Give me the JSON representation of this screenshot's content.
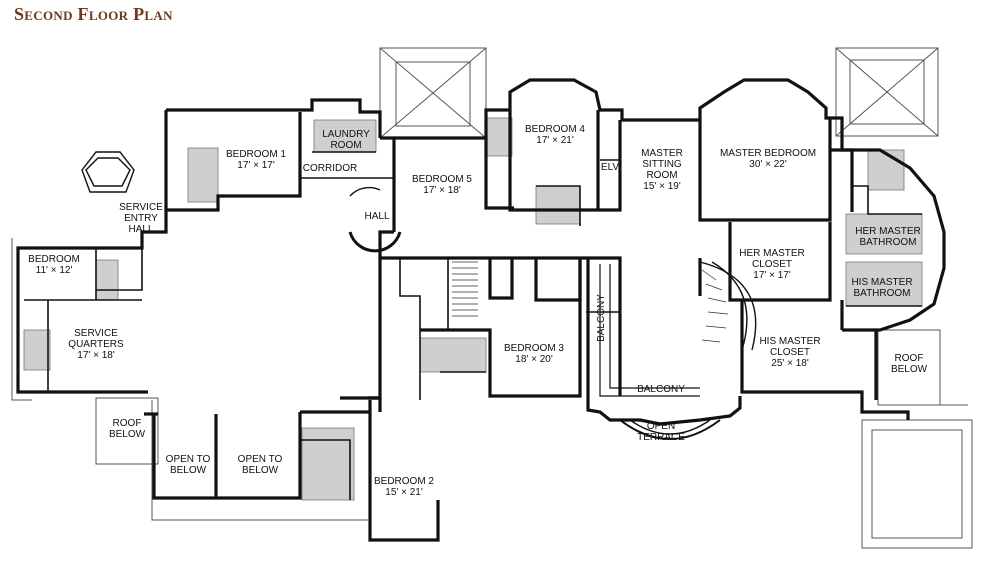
{
  "title": "Second Floor Plan",
  "colors": {
    "title": "#6b3a1f",
    "wall": "#111111",
    "wet_area": "#cfcfcf",
    "thin_line": "#555555"
  },
  "rooms": {
    "bedroom1": [
      "BEDROOM 1",
      "17' × 17'"
    ],
    "laundry": [
      "LAUNDRY",
      "ROOM"
    ],
    "corridor": [
      "CORRIDOR"
    ],
    "bedroom5": [
      "BEDROOM 5",
      "17' × 18'"
    ],
    "bedroom4": [
      "BEDROOM 4",
      "17' × 21'"
    ],
    "elv": [
      "ELV"
    ],
    "sitting": [
      "MASTER",
      "SITTING",
      "ROOM",
      "15' × 19'"
    ],
    "master_bedroom": [
      "MASTER BEDROOM",
      "30' × 22'"
    ],
    "service_entry": [
      "SERVICE",
      "ENTRY",
      "HALL"
    ],
    "hall": [
      "HALL"
    ],
    "her_bath": [
      "HER MASTER",
      "BATHROOM"
    ],
    "his_bath": [
      "HIS MASTER",
      "BATHROOM"
    ],
    "bedroom_small": [
      "BEDROOM",
      "11' × 12'"
    ],
    "her_closet": [
      "HER MASTER",
      "CLOSET",
      "17' × 17'"
    ],
    "balcony_vertical": [
      "BALCONY"
    ],
    "service_quarters": [
      "SERVICE",
      "QUARTERS",
      "17' × 18'"
    ],
    "bedroom3": [
      "BEDROOM 3",
      "18' × 20'"
    ],
    "his_closet": [
      "HIS MASTER",
      "CLOSET",
      "25' × 18'"
    ],
    "roof_below_right": [
      "ROOF",
      "BELOW"
    ],
    "balcony_bottom": [
      "BALCONY"
    ],
    "roof_below_left": [
      "ROOF",
      "BELOW"
    ],
    "open_terrace": [
      "OPEN",
      "TERRACE"
    ],
    "open_to_below_1": [
      "OPEN TO",
      "BELOW"
    ],
    "open_to_below_2": [
      "OPEN TO",
      "BELOW"
    ],
    "bedroom2": [
      "BEDROOM 2",
      "15' × 21'"
    ]
  }
}
